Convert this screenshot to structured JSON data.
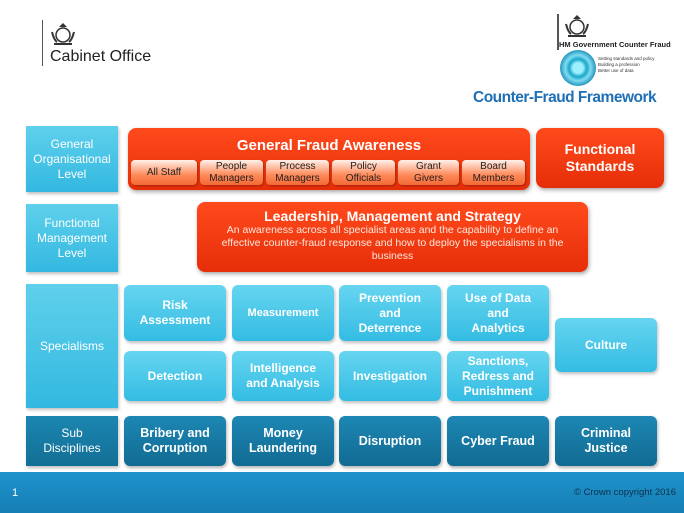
{
  "header": {
    "left_logo": "Cabinet Office",
    "right_logo_title": "HM Government Counter Fraud",
    "right_bullets": [
      "Setting standards and policy",
      "Building a profession",
      "Better use of data"
    ],
    "title": "Counter-Fraud Framework"
  },
  "levels": [
    "General Organisational Level",
    "Functional Management Level",
    "Specialisms",
    "Sub Disciplines"
  ],
  "general": {
    "title": "General Fraud Awareness",
    "groups": [
      "All Staff",
      "People Managers",
      "Process Managers",
      "Policy Officials",
      "Grant Givers",
      "Board Members"
    ]
  },
  "functional_standards": "Functional Standards",
  "leadership": {
    "title": "Leadership, Management and Strategy",
    "description": "An awareness across all specialist areas and the capability to define an effective counter-fraud response and how to deploy the specialisms in the business"
  },
  "specialisms": [
    "Risk Assessment",
    "Measurement",
    "Prevention and Deterrence",
    "Use of Data and Analytics",
    "Detection",
    "Intelligence and Analysis",
    "Investigation",
    "Sanctions, Redress and Punishment",
    "Culture"
  ],
  "sub_disciplines": [
    "Bribery and Corruption",
    "Money Laundering",
    "Disruption",
    "Cyber Fraud",
    "Criminal Justice"
  ],
  "footer": {
    "page": "1",
    "copyright": "© Crown copyright 2016"
  },
  "colors": {
    "red": "#e83a10",
    "light_blue": "#3fc2e6",
    "dark_blue": "#17799f",
    "footer": "#1a8cc4",
    "title_blue": "#1f6fb5"
  }
}
